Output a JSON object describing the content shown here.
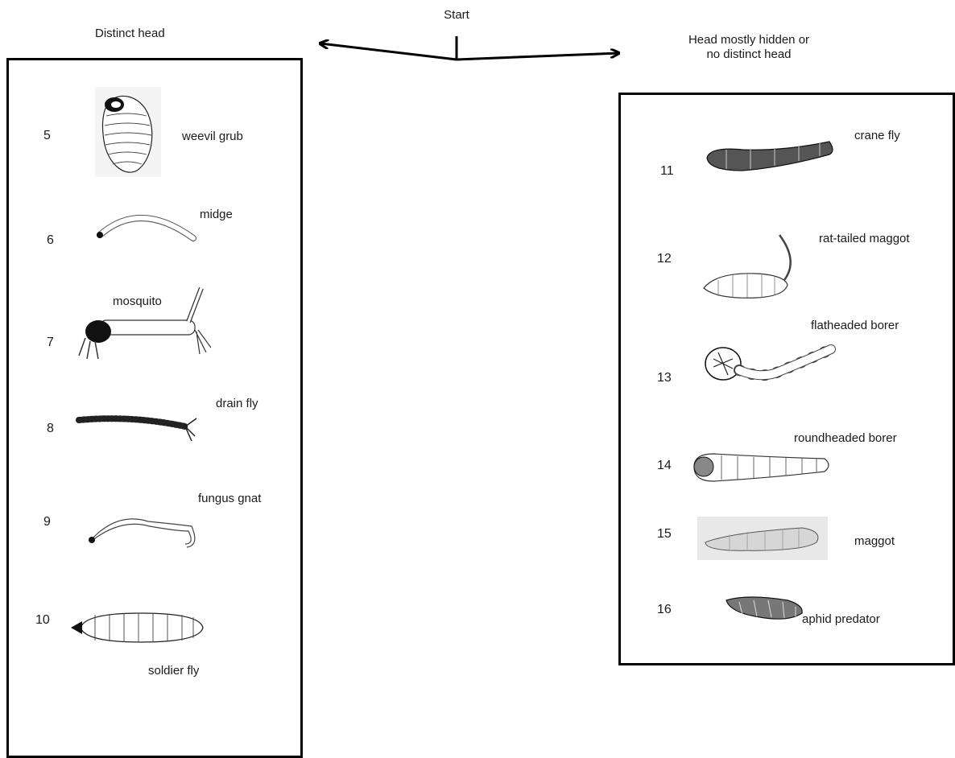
{
  "start_label": "Start",
  "left_group": {
    "title": "Distinct head",
    "items": [
      {
        "number": "5",
        "name": "weevil grub"
      },
      {
        "number": "6",
        "name": "midge"
      },
      {
        "number": "7",
        "name": "mosquito"
      },
      {
        "number": "8",
        "name": "drain fly"
      },
      {
        "number": "9",
        "name": "fungus gnat"
      },
      {
        "number": "10",
        "name": "soldier fly"
      }
    ]
  },
  "right_group": {
    "title_line1": "Head mostly hidden or",
    "title_line2": "no distinct head",
    "items": [
      {
        "number": "11",
        "name": "crane fly"
      },
      {
        "number": "12",
        "name": "rat-tailed maggot"
      },
      {
        "number": "13",
        "name": "flatheaded borer"
      },
      {
        "number": "14",
        "name": "roundheaded borer"
      },
      {
        "number": "15",
        "name": "maggot"
      },
      {
        "number": "16",
        "name": "aphid predator"
      }
    ]
  }
}
